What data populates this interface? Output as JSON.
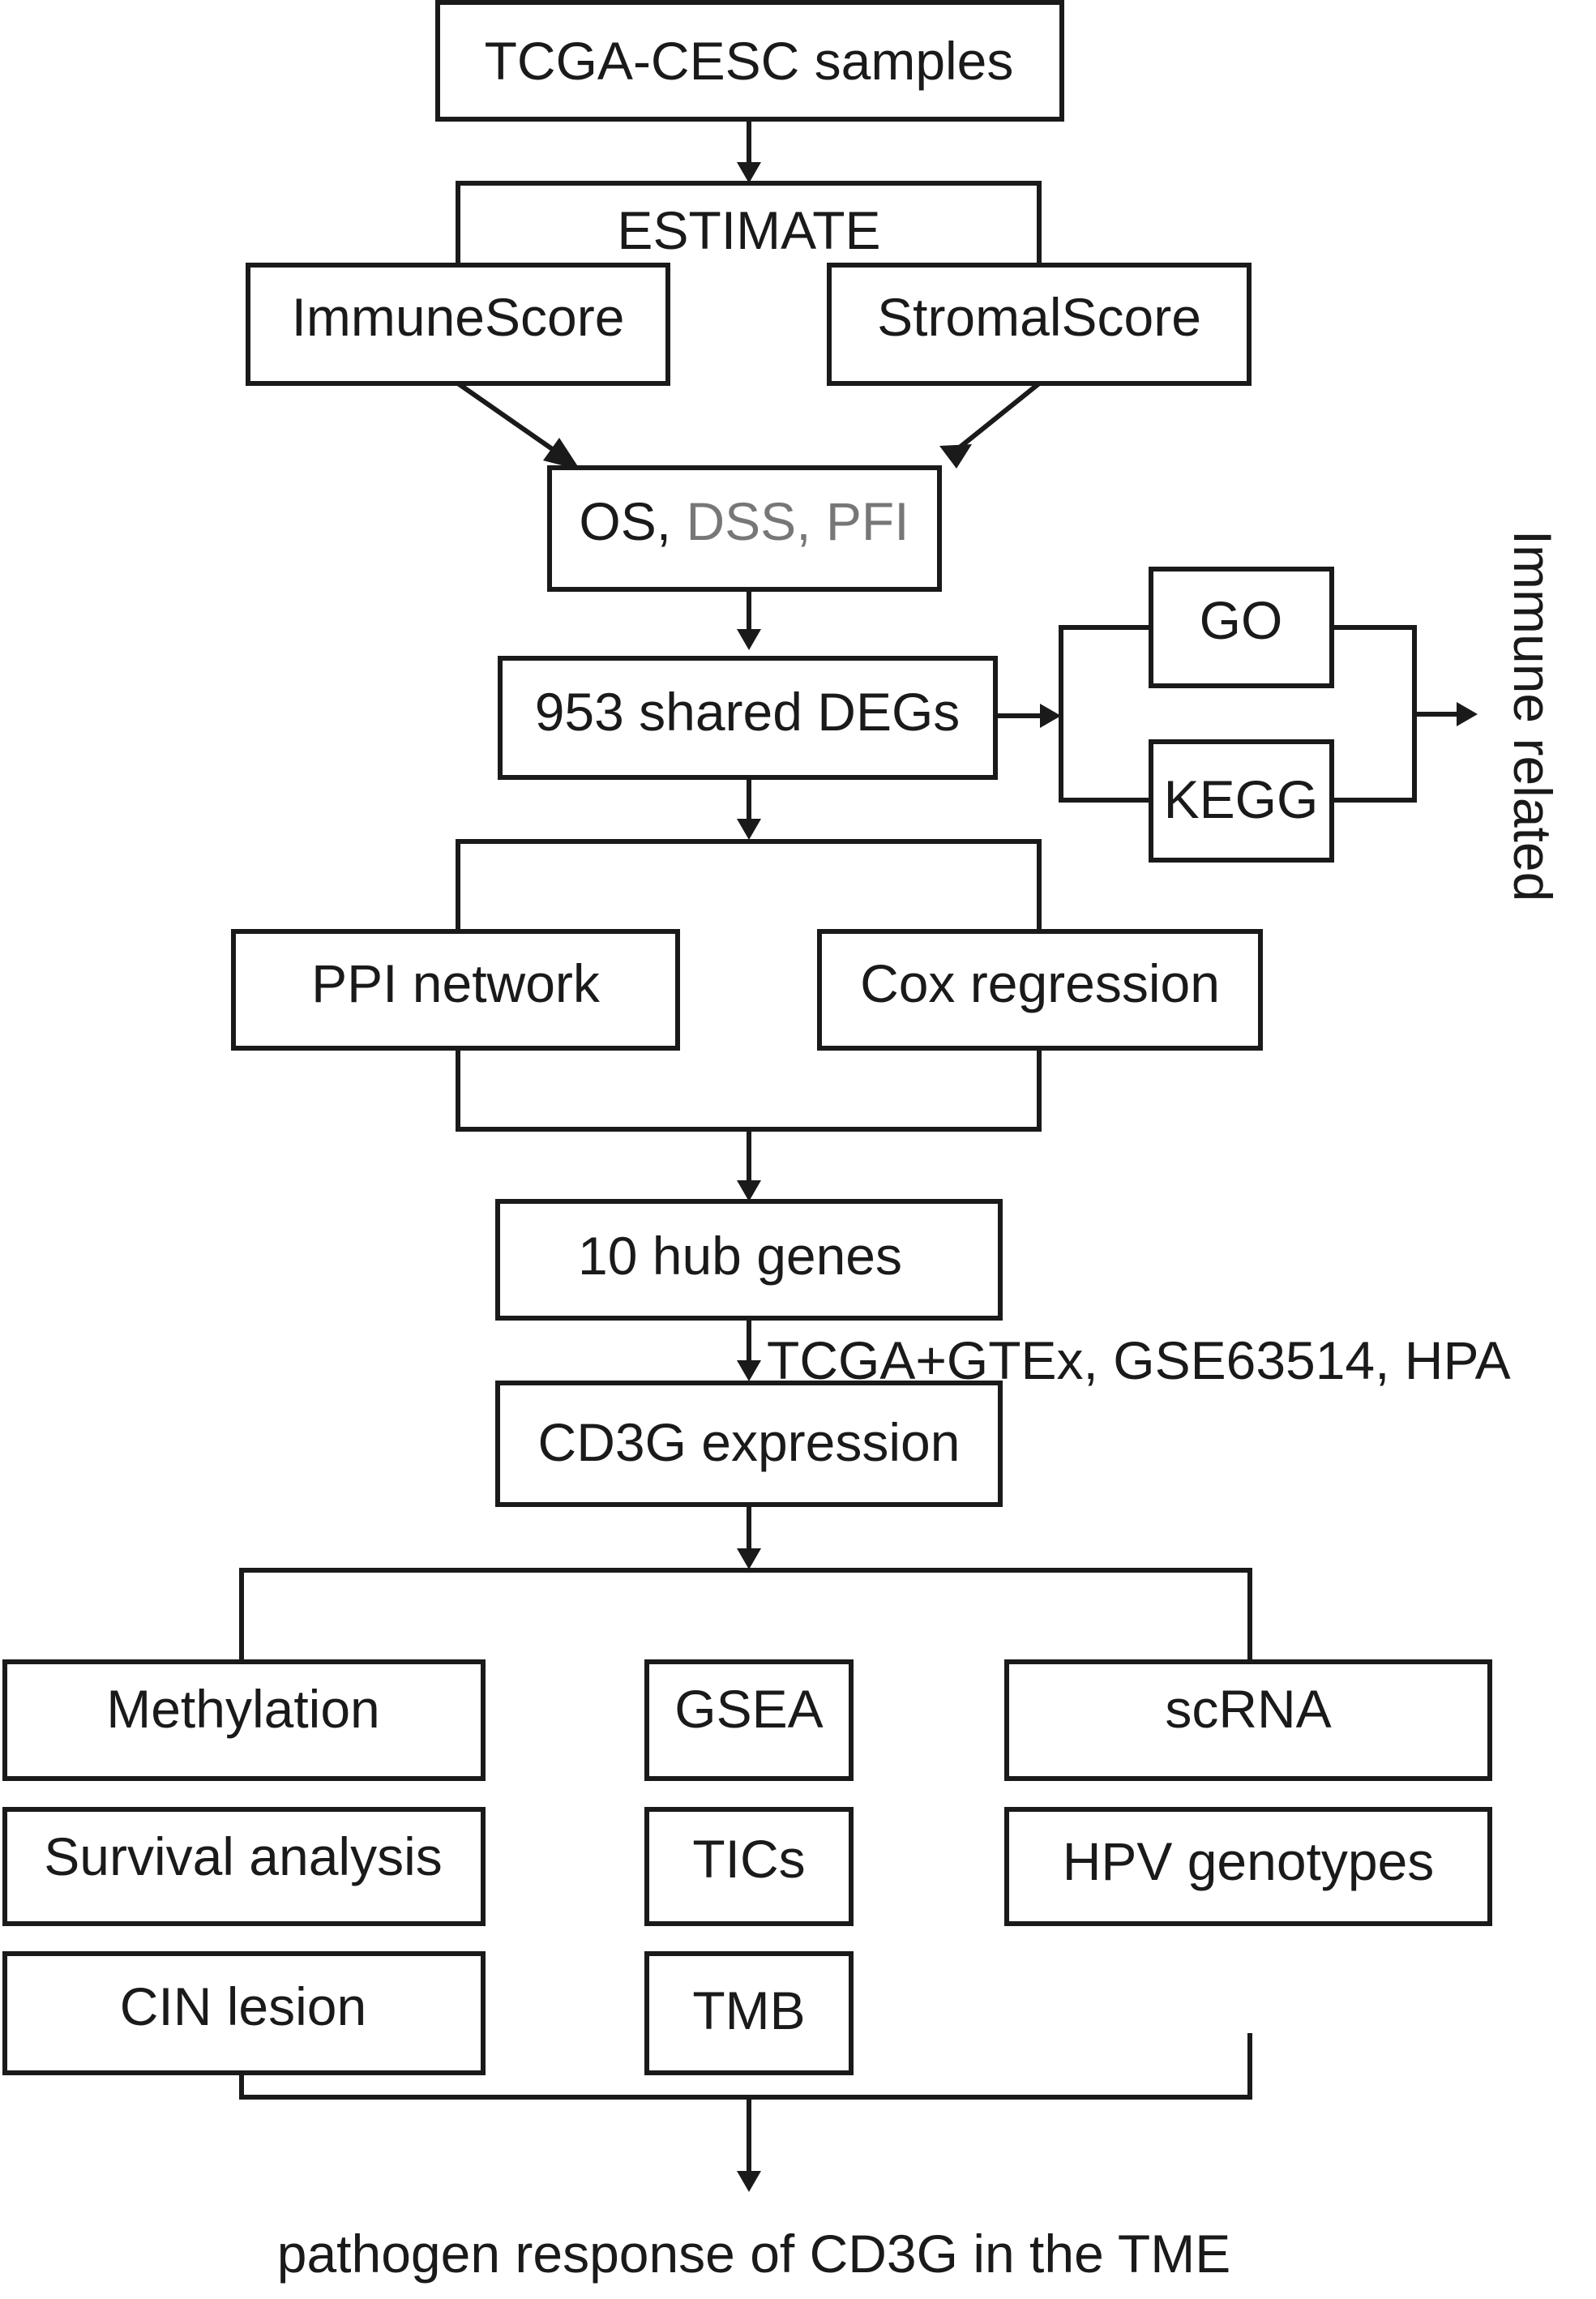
{
  "nodes": {
    "samples": "TCGA-CESC samples",
    "estimate": "ESTIMATE",
    "immune_score": "ImmuneScore",
    "stromal_score": "StromalScore",
    "survival": {
      "os": "OS",
      "sep1": ", ",
      "dss": "DSS",
      "sep2": ", ",
      "pfi": "PFI"
    },
    "degs": "953 shared DEGs",
    "go": "GO",
    "kegg": "KEGG",
    "immune_related": "Immune related",
    "ppi": "PPI network",
    "cox": "Cox regression",
    "hub_genes": "10 hub genes",
    "datasets": "TCGA+GTEx, GSE63514, HPA",
    "cd3g": "CD3G expression",
    "methylation": "Methylation",
    "survival_analysis": "Survival analysis",
    "cin": "CIN lesion",
    "gsea": "GSEA",
    "tics": "TICs",
    "tmb": "TMB",
    "scrna": "scRNA",
    "hpv": "HPV genotypes",
    "conclusion": "pathogen response of CD3G in the TME"
  },
  "colors": {
    "stroke": "#1a1a1a",
    "text": "#1a1a1a",
    "muted_text": "#777777",
    "background": "#ffffff"
  }
}
